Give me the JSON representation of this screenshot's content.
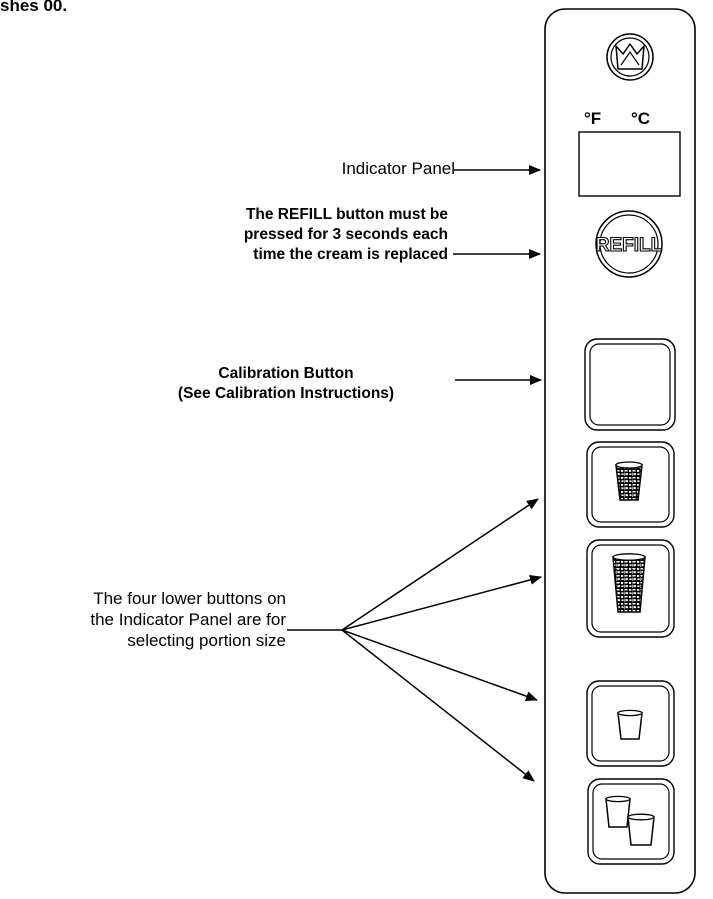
{
  "header": {
    "cut_text": "shes 00."
  },
  "panel": {
    "unit_f": "°F",
    "unit_c": "°C",
    "refill_button_text": "REFILL",
    "logo_icon": "crown-logo-icon"
  },
  "callouts": {
    "indicator_panel": "Indicator Panel",
    "refill_lines": [
      "The REFILL button must be",
      "pressed for 3 seconds each",
      "time the cream is replaced"
    ],
    "calibration_lines": [
      "Calibration Button",
      "(See Calibration Instructions)"
    ],
    "portion_lines": [
      "The four lower buttons on",
      "the Indicator Panel are for",
      "selecting portion size"
    ]
  },
  "buttons": [
    {
      "name": "calibration-button",
      "icon": "blank"
    },
    {
      "name": "portion-button-small-cup",
      "icon": "small-textured-cup-icon"
    },
    {
      "name": "portion-button-large-cup",
      "icon": "large-textured-cup-icon"
    },
    {
      "name": "portion-button-single-cup",
      "icon": "single-cup-icon"
    },
    {
      "name": "portion-button-double-cup",
      "icon": "double-cup-icon"
    }
  ]
}
